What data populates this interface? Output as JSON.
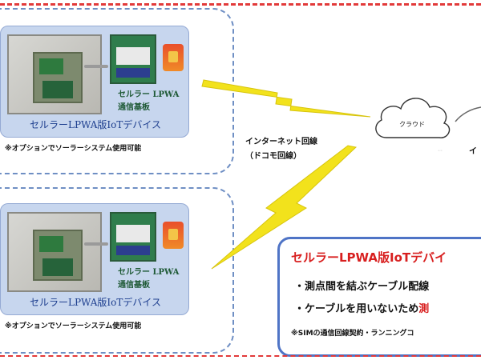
{
  "devices": [
    {
      "module_label_top": "セルラー LPWA",
      "module_label_bottom": "通信基板",
      "caption": "セルラーLPWA版IoTデバイス",
      "note": "※オプションでソーラーシステム使用可能"
    },
    {
      "module_label_top": "セルラー LPWA",
      "module_label_bottom": "通信基板",
      "caption": "セルラーLPWA版IoTデバイス",
      "note": "※オプションでソーラーシステム使用可能"
    }
  ],
  "network": {
    "line_label": "インターネット回線",
    "line_sub_label": "（ドコモ回線）"
  },
  "cloud": {
    "label": "クラウド"
  },
  "info": {
    "title": "セルラーLPWA版IoTデバイ",
    "bullet1": "・測点間を結ぶケーブル配線",
    "bullet2_prefix": "・ケーブルを用いないため",
    "bullet2_highlight": "測",
    "note": "※SIMの通信回線契約・ランニングコ"
  },
  "edge_marks": {
    "right_char": "イ"
  },
  "colors": {
    "accent_red": "#e23a3a",
    "group_border": "#6f8fc4",
    "card_bg": "#c7d6ee",
    "bolt_fill": "#f2e21c",
    "info_border": "#4f74c6"
  }
}
